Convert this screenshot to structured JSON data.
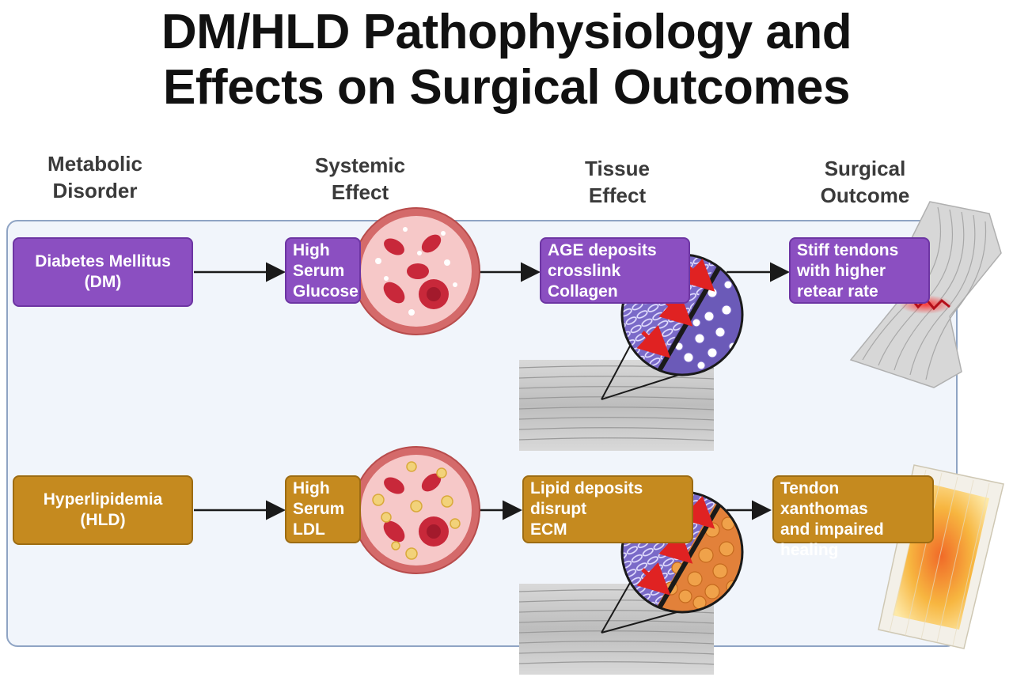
{
  "title": {
    "line1": "DM/HLD Pathophysiology and",
    "line2": "Effects on Surgical Outcomes"
  },
  "columns": [
    {
      "line1": "Metabolic",
      "line2": "Disorder"
    },
    {
      "line1": "Systemic",
      "line2": "Effect"
    },
    {
      "line1": "Tissue",
      "line2": "Effect"
    },
    {
      "line1": "Surgical",
      "line2": "Outcome"
    }
  ],
  "rows": {
    "dm": {
      "disorder": {
        "line1": "Diabetes Mellitus",
        "line2": "(DM)"
      },
      "systemic": [
        "High",
        "Serum",
        "Glucose"
      ],
      "tissue": [
        "AGE deposits",
        "crosslink",
        "Collagen"
      ],
      "outcome": [
        "Stiff tendons",
        "with higher",
        "retear rate"
      ]
    },
    "hld": {
      "disorder": {
        "line1": "Hyperlipidemia",
        "line2": "(HLD)"
      },
      "systemic": [
        "High",
        "Serum",
        "LDL"
      ],
      "tissue": [
        "Lipid deposits",
        "disrupt",
        "ECM"
      ],
      "outcome": [
        "Tendon xanthomas",
        "and impaired",
        "healing"
      ]
    }
  },
  "colors": {
    "dm": "#8b4fc1",
    "hld": "#c58a1f",
    "panel": "#f1f5fb",
    "vessel": "#d46a6a",
    "rbc": "#c8283a",
    "arrow": "#e02222"
  }
}
